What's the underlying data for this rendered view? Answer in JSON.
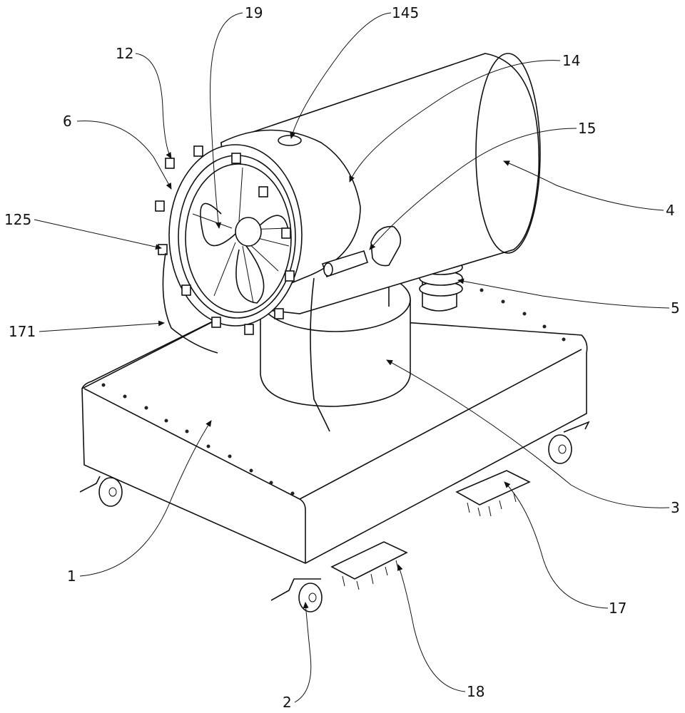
{
  "figure": {
    "labels": {
      "l19": "19",
      "l145": "145",
      "l12": "12",
      "l14": "14",
      "l6": "6",
      "l15": "15",
      "l4": "4",
      "l125": "125",
      "l5": "5",
      "l171": "171",
      "l3": "3",
      "l1": "1",
      "l17": "17",
      "l2": "2",
      "l18": "18"
    }
  }
}
